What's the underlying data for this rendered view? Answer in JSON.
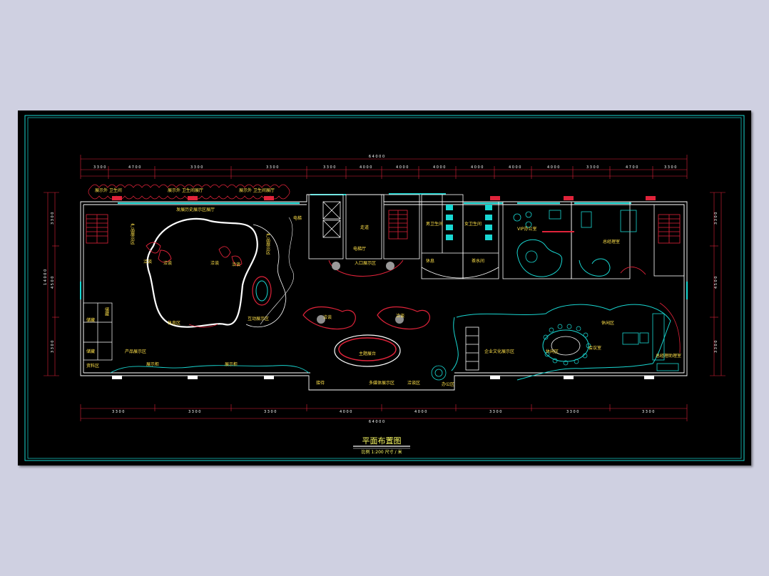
{
  "drawing": {
    "title": "平面布置图",
    "scale_note": "比例 1:200 尺寸 / 米"
  },
  "dimensions": {
    "total_width": "6 4 0 0 0",
    "top_segments": [
      "3 3 0 0",
      "4 7 0 0",
      "3 3 0 0",
      "3 3 0 0",
      "3 3 0 0",
      "4 0 0 0",
      "4 0 0 0",
      "4 0 0 0",
      "4 0 0 0",
      "4 0 0 0",
      "4 0 0 0",
      "3 3 0 0",
      "4 7 0 0",
      "3 3 0 0"
    ],
    "bottom_segments": [
      "3 3 0 0",
      "3 3 0 0",
      "3 3 0 0",
      "4 0 0 0",
      "4 0 0 0",
      "3 3 0 0",
      "3 3 0 0",
      "3 3 0 0"
    ],
    "side_segments": [
      "3 3 0 0",
      "4 5 0 0",
      "3 3 0 0"
    ],
    "side_total": "1 4 0 0 0"
  },
  "rooms": {
    "r1": "展示外 卫生间",
    "r2": "展示外 卫生间展厅",
    "r3": "展示外 卫生间展厅",
    "r4": "发展历史展示区展厅",
    "r5": "产品展示区",
    "r6": "产品展示区",
    "r7": "洽谈",
    "r8": "洽谈",
    "r9": "洽谈",
    "r10": "洽谈",
    "r11": "互动展示区",
    "r12": "休息区",
    "r13": "电梯",
    "r14": "走道",
    "r15": "电梯厅",
    "r16": "入口展示区",
    "r17": "男卫生间",
    "r18": "女卫生间",
    "r19": "休息",
    "r20": "茶水间",
    "r21": "VIP办公室",
    "r22": "总经理室",
    "r23": "产品展示区",
    "r24": "洽谈",
    "r25": "洽谈",
    "r26": "主题展台",
    "r27": "企业文化展示区",
    "r28": "休闲区",
    "r29": "会议室",
    "r30": "休闲区",
    "r31": "总经理助理室",
    "r32": "多媒体展示区",
    "r33": "储藏",
    "r34": "储藏",
    "r35": "储藏",
    "r36": "展示柜",
    "r37": "展示柜",
    "r38": "接待",
    "r39": "办公区",
    "r40": "资料区",
    "r41": "洽谈区"
  }
}
